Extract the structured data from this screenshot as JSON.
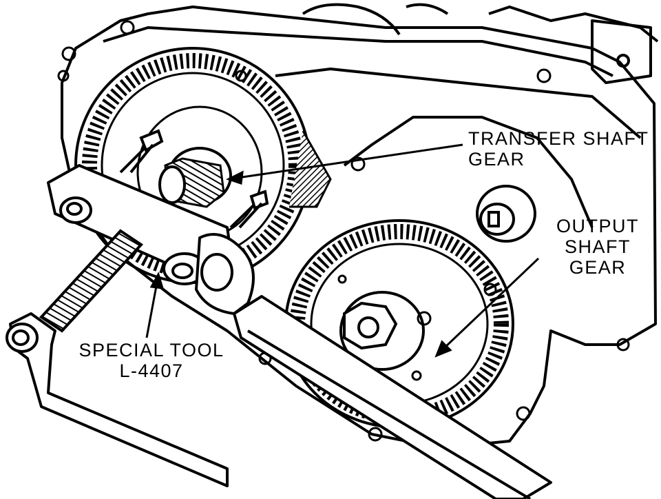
{
  "colors": {
    "ink": "#000000",
    "paper": "#ffffff",
    "shade": "#1a1a1a"
  },
  "callouts": {
    "transfer_shaft_gear": {
      "line1": "TRANSFER SHAFT",
      "line2": "GEAR"
    },
    "output_shaft_gear": {
      "line1": "OUTPUT",
      "line2": "SHAFT",
      "line3": "GEAR"
    },
    "special_tool": {
      "line1": "SPECIAL TOOL",
      "line2": "L-4407"
    }
  }
}
